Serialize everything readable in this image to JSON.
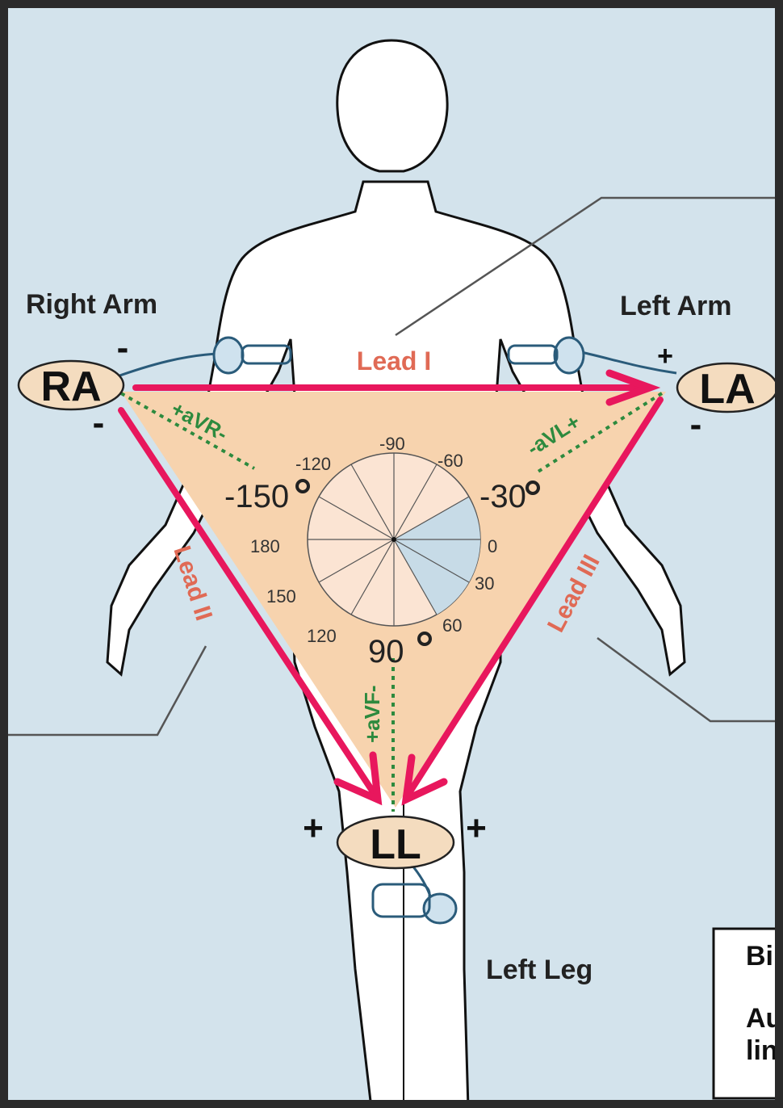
{
  "labels": {
    "right_arm": "Right Arm",
    "left_arm": "Left Arm",
    "left_leg": "Left Leg",
    "ra": "RA",
    "la": "LA",
    "ll": "LL",
    "lead_i": "Lead I",
    "lead_ii": "Lead II",
    "lead_iii": "Lead III",
    "avr": "+aVR-",
    "avl": "-aVL+",
    "avf": "+aVF-",
    "minus": "-",
    "plus": "+"
  },
  "angles_major": [
    "-150",
    "-30",
    "90"
  ],
  "angles_minor": [
    "-120",
    "-90",
    "-60",
    "180",
    "0",
    "150",
    "30",
    "120",
    "60"
  ],
  "legend_partial": {
    "line1": "Bi",
    "line2": "Au",
    "line3": "lin"
  },
  "colors": {
    "background": "#d3e3ec",
    "triangle_fill": "#f7d3ae",
    "lead_arrow": "#e8175d",
    "augmented": "#2d8a3e",
    "lead_text": "#e06a55",
    "electrode_fill": "#f4dcbf",
    "frame": "#2b2b2b"
  }
}
